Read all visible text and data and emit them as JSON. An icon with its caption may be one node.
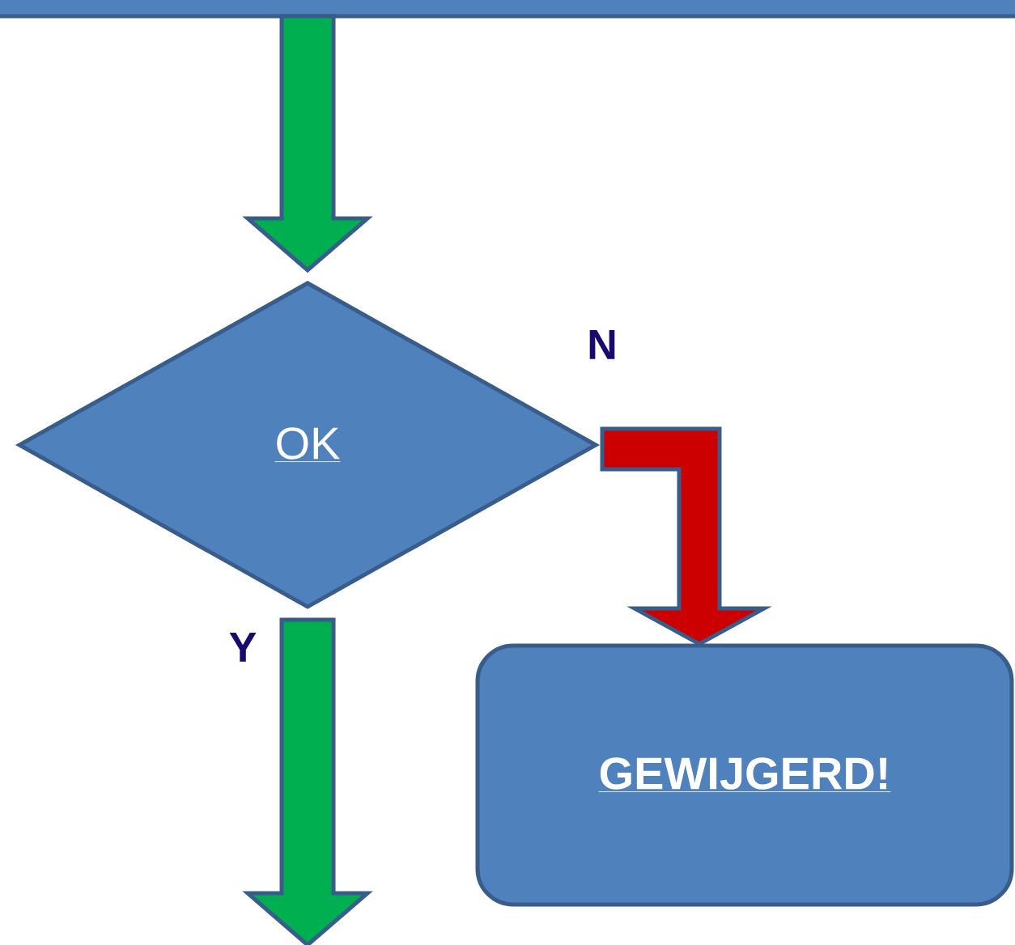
{
  "diagram": {
    "nodes": [
      {
        "text": [],
        "shape": "bar"
      },
      {
        "text": [
          "OK"
        ]
      },
      {
        "text": [
          "GEWIJGERD!"
        ]
      }
    ],
    "edges": [
      {
        "from": 0,
        "to": 1,
        "arrow": "to"
      },
      {
        "from": 1,
        "to": 2,
        "arrow": "to",
        "label": "N",
        "color": "#cc0000"
      },
      {
        "from": 1,
        "to": null,
        "arrow": "to",
        "label": "Y"
      }
    ]
  }
}
